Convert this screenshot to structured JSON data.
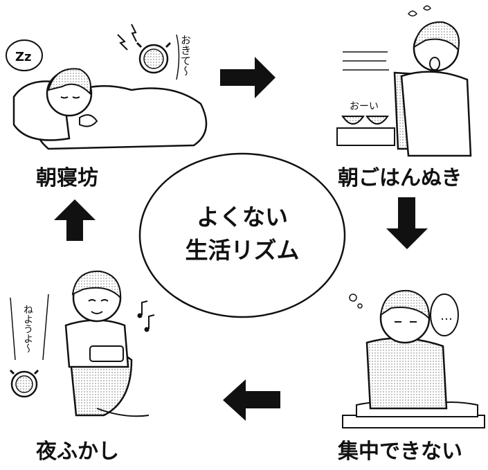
{
  "cycle": {
    "title_line1": "よくない",
    "title_line2": "生活リズム",
    "stages": [
      {
        "label": "朝寝坊",
        "speech": "Zz",
        "alarm_text": "おきて〜"
      },
      {
        "label": "朝ごはんぬき",
        "speech": "おーい"
      },
      {
        "label": "集中できない",
        "speech": "…"
      },
      {
        "label": "夜ふかし",
        "speech": "ねようよ〜"
      }
    ]
  },
  "colors": {
    "ink": "#111111",
    "screentone": "#b8b8b8",
    "paper": "#ffffff"
  }
}
